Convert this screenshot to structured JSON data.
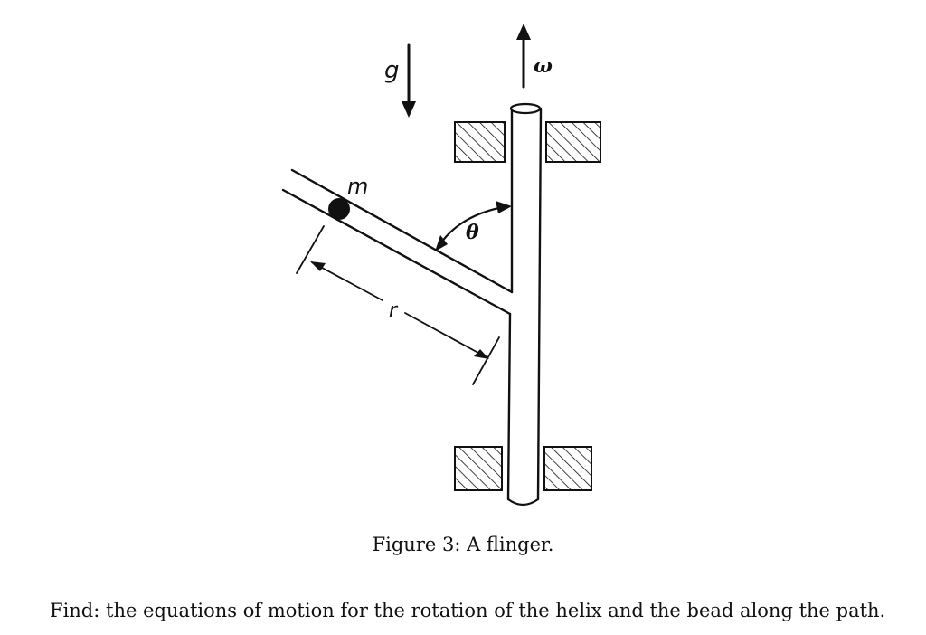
{
  "figure": {
    "labels": {
      "gravity": "g",
      "omega": "ω",
      "mass": "m",
      "angle": "θ",
      "radius": "r"
    }
  },
  "caption": "Figure 3: A flinger.",
  "problem": "Find: the equations of motion for the rotation of the helix and the bead along the path."
}
